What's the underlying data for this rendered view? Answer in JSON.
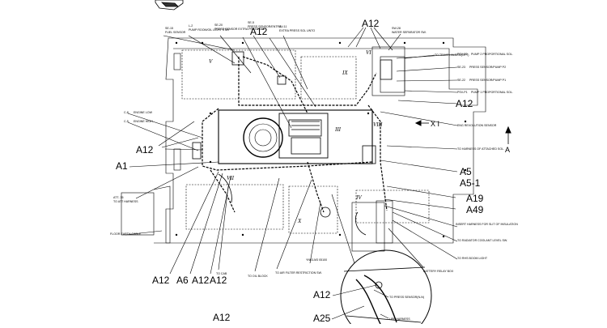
{
  "diagram": {
    "callouts": [
      {
        "id": "a12_top",
        "text": "A12"
      },
      {
        "id": "a12_top2",
        "text": "A12"
      },
      {
        "id": "a12_right",
        "text": "A12"
      },
      {
        "id": "a12_left",
        "text": "A12"
      },
      {
        "id": "a1",
        "text": "A1"
      },
      {
        "id": "a5",
        "text": "A5"
      },
      {
        "id": "a5_1",
        "text": "A5-1"
      },
      {
        "id": "a19",
        "text": "A19"
      },
      {
        "id": "a49",
        "text": "A49"
      },
      {
        "id": "a12_b1",
        "text": "A12"
      },
      {
        "id": "a6",
        "text": "A6"
      },
      {
        "id": "a12_b2",
        "text": "A12"
      },
      {
        "id": "a12_b3",
        "text": "A12"
      },
      {
        "id": "a12_detail",
        "text": "A12"
      },
      {
        "id": "a25",
        "text": "A25"
      },
      {
        "id": "a12_bottom",
        "text": "A12"
      }
    ],
    "view_labels": {
      "view_xi": "X I",
      "view_a": "A"
    },
    "roman_markers": [
      "V",
      "VI",
      "IX",
      "III",
      "VIII",
      "IV",
      "X",
      "VII"
    ],
    "small_labels": [
      {
        "id": "se15",
        "code": "SE-15",
        "desc": "FUEL SENSOR"
      },
      {
        "id": "l2",
        "code": "L-2",
        "desc": "PUMP ROOM/OIL LIGHT STAY"
      },
      {
        "id": "se20",
        "code": "SE-20",
        "desc": "PRESS SENSOR EXTRA PRESS SEL"
      },
      {
        "id": "se5",
        "code": "SE-5",
        "desc": "PRESS SENSOR/ENTRA"
      },
      {
        "id": "sv11",
        "code": "SV-11",
        "desc": "EXTRA PRESS SOL UNTO"
      },
      {
        "id": "sw28",
        "code": "SW-28",
        "desc": "WATER SEPARATOR SW."
      },
      {
        "id": "to_travel",
        "code": "",
        "desc": "TO TRAVEL ALARM(OPT)"
      },
      {
        "id": "psvp2",
        "code": "PSV-P2",
        "desc": "PUMP 2 PROPORTIONAL SOL."
      },
      {
        "id": "se23",
        "code": "SE-23",
        "desc": "PRESS SENSOR/PUMP P2"
      },
      {
        "id": "se22",
        "code": "SE-22",
        "desc": "PRESS SENSOR/PUMP P1"
      },
      {
        "id": "psvp1",
        "code": "PSV-P1",
        "desc": "PUMP 1 PROPORTIONAL SOL."
      },
      {
        "id": "rev_sensor",
        "code": "",
        "desc": "ENG REVOLUTION SENSOR"
      },
      {
        "id": "to_harness_att",
        "code": "",
        "desc": "TO HARNESS OF ATTACHED SOL."
      },
      {
        "id": "c8",
        "code": "C-8",
        "desc": "ENGINE LOW"
      },
      {
        "id": "c5",
        "code": "C-5",
        "desc": "ENGINE HIGH"
      },
      {
        "id": "att",
        "code": "ATT- 35",
        "desc": "TO ATT HARNESS"
      },
      {
        "id": "floor",
        "code": "",
        "desc": "FLOOR EARTH CABLE"
      },
      {
        "id": "insert_harness",
        "code": "",
        "desc": "INSERT HARNESS FOR SLIT OF INSULATION"
      },
      {
        "id": "radiator",
        "code": "",
        "desc": "TO RADIATOR COOLANT LEVEL SW."
      },
      {
        "id": "boom_light",
        "code": "",
        "desc": "TO RHS BOOM LIGHT"
      },
      {
        "id": "battery",
        "code": "",
        "desc": "BATTERY RELAY BOX"
      },
      {
        "id": "to_cab",
        "code": "",
        "desc": "TO CAB"
      },
      {
        "id": "oil_block",
        "code": "",
        "desc": "TO OIL BLOCK"
      },
      {
        "id": "air_filter",
        "code": "",
        "desc": "TO AIR FILTER RESTRICTION SW."
      },
      {
        "id": "press_sensor_n",
        "code": "",
        "desc": "TO PRESS SENSOR(N-N)"
      },
      {
        "id": "upp_harness",
        "code": "",
        "desc": "UPP HARNESS"
      },
      {
        "id": "part_no",
        "code": "",
        "desc": "YN03-M3 05100"
      }
    ]
  }
}
